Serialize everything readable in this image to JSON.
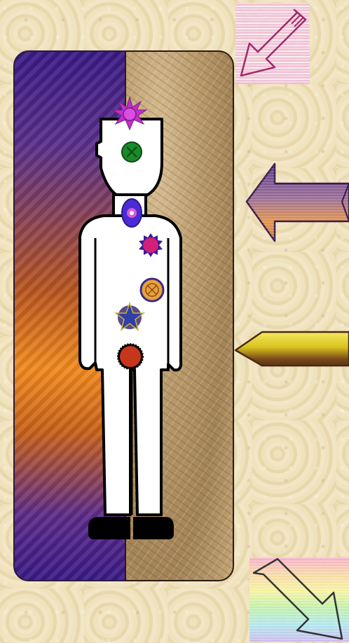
{
  "scene": {
    "left_panel": {
      "gradient_colors": [
        "#3a1a86",
        "#f28a1e",
        "#3a1a86"
      ]
    },
    "right_panel": {
      "texture": "crumpled-paper"
    },
    "figure": {
      "body_color": "#ffffff",
      "outline_color": "#000000"
    }
  },
  "chakras": [
    {
      "name": "crown-chakra",
      "color": "#c12fc8",
      "icon": "sun-burst"
    },
    {
      "name": "third-eye-chakra",
      "color": "#1a8a2a",
      "icon": "circle-x"
    },
    {
      "name": "throat-chakra",
      "color": "#4a2bd6",
      "icon": "flower"
    },
    {
      "name": "heart-chakra",
      "color": "#d11f7a",
      "icon": "starburst"
    },
    {
      "name": "solar-plexus-chakra",
      "color": "#e8a23a",
      "icon": "circle-x"
    },
    {
      "name": "sacral-chakra",
      "color": "#2f3fa8",
      "icon": "star"
    },
    {
      "name": "root-chakra",
      "color": "#c7361b",
      "icon": "gear-circle"
    }
  ],
  "navigation": [
    {
      "name": "back-arrow",
      "direction": "down-left",
      "style": "pastel-stripes"
    },
    {
      "name": "purple-orange-arrow",
      "direction": "left",
      "style": "purple-orange"
    },
    {
      "name": "yellow-pencil-arrow",
      "direction": "left",
      "style": "yellow-brown"
    },
    {
      "name": "forward-arrow",
      "direction": "down-right",
      "style": "rainbow-stripes"
    }
  ]
}
